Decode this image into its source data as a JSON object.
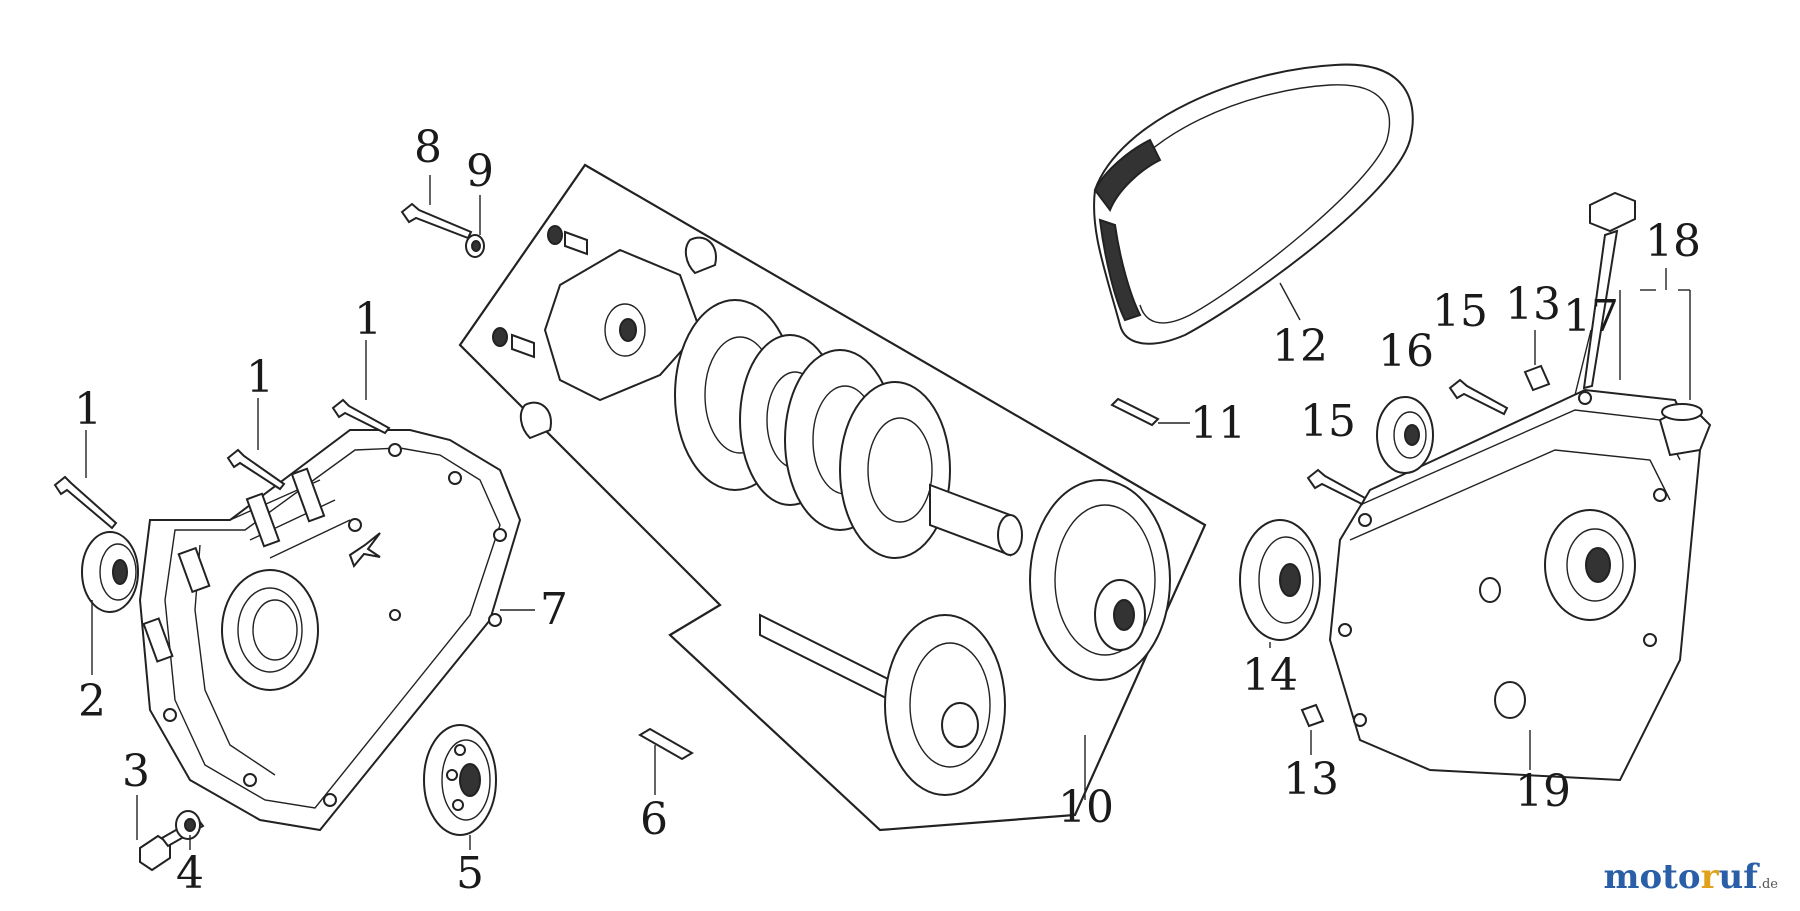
{
  "diagram": {
    "labels": {
      "l1a": "1",
      "l1b": "1",
      "l1c": "1",
      "l2": "2",
      "l3": "3",
      "l4": "4",
      "l5": "5",
      "l6": "6",
      "l7": "7",
      "l8": "8",
      "l9": "9",
      "l10": "10",
      "l11": "11",
      "l12": "12",
      "l13a": "13",
      "l13b": "13",
      "l14": "14",
      "l15a": "15",
      "l15b": "15",
      "l16": "16",
      "l17": "17",
      "l18": "18",
      "l19": "19"
    }
  },
  "watermark": {
    "part1": "moto",
    "part2": "r",
    "part3": "uf",
    "tld": ".de"
  }
}
